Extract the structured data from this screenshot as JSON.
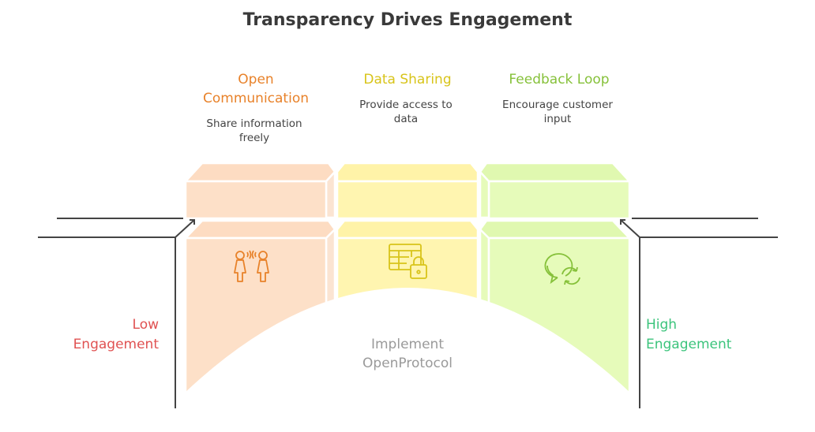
{
  "title": "Transparency Drives Engagement",
  "columns": [
    {
      "heading": [
        "Open",
        "Communication"
      ],
      "description": [
        "Share information",
        "freely"
      ],
      "icon": "people-communicating-icon",
      "color": "#e8822a",
      "fill": "#fde0c8"
    },
    {
      "heading": [
        "Data Sharing"
      ],
      "description": [
        "Provide access to",
        "data"
      ],
      "icon": "locked-table-icon",
      "color": "#d8c41a",
      "fill": "#fff5b0"
    },
    {
      "heading": [
        "Feedback Loop"
      ],
      "description": [
        "Encourage customer",
        "input"
      ],
      "icon": "chat-refresh-icon",
      "color": "#86c13a",
      "fill": "#e6fbba"
    }
  ],
  "left_label": [
    "Low",
    "Engagement"
  ],
  "right_label": [
    "High",
    "Engagement"
  ],
  "center_label": [
    "Implement",
    "OpenProtocol"
  ],
  "colors": {
    "low": "#e05252",
    "high": "#3cc47c",
    "center": "#9a9a9a",
    "line": "#444444"
  }
}
